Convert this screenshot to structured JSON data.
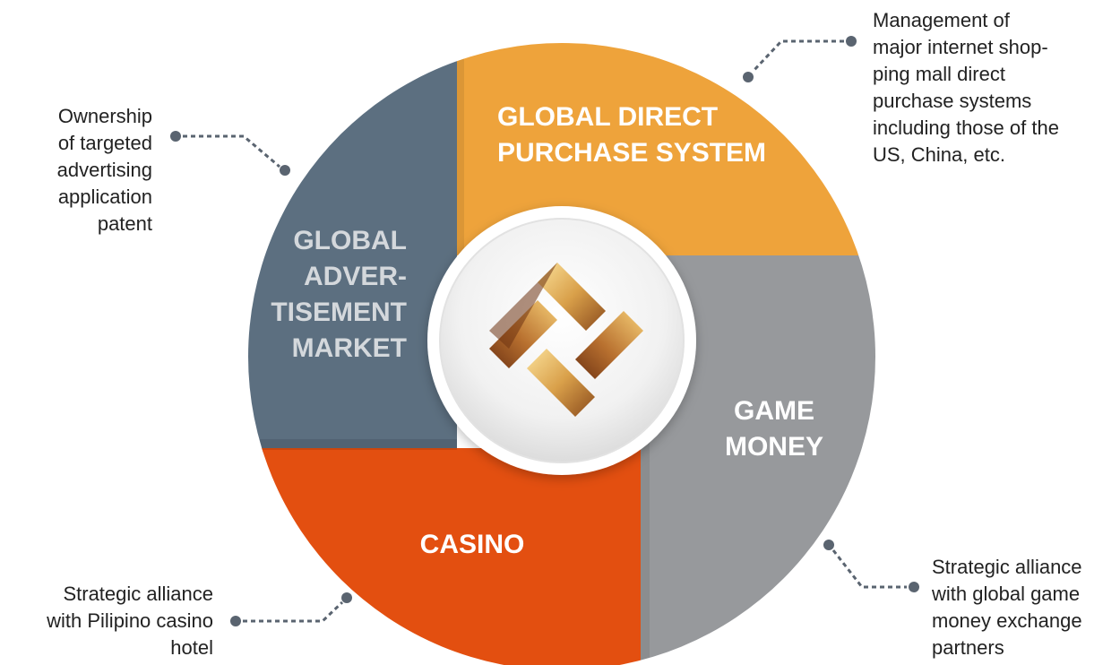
{
  "colors": {
    "advertisement": "#5c6f80",
    "direct_purchase": "#eea33b",
    "game_money": "#97999c",
    "casino": "#e34f10",
    "connector": "#5a6470",
    "advertisement_label": "#d4d8dc"
  },
  "segments": {
    "advertisement": {
      "label_lines": [
        "GLOBAL",
        "ADVER-",
        "TISEMENT",
        "MARKET"
      ]
    },
    "direct_purchase": {
      "label_lines": [
        "GLOBAL DIRECT",
        "PURCHASE SYSTEM"
      ]
    },
    "game_money": {
      "label_lines": [
        "GAME",
        "MONEY"
      ]
    },
    "casino": {
      "label_lines": [
        "CASINO"
      ]
    }
  },
  "center": {
    "icon": "gold-interlocking-square-logo-icon"
  },
  "annotations": {
    "advertisement": {
      "lines": [
        "Ownership",
        "of targeted",
        "advertising",
        "application",
        "patent"
      ]
    },
    "direct_purchase": {
      "lines": [
        "Management of",
        "major internet shop-",
        "ping mall direct",
        "purchase systems",
        "including those of the",
        "US, China, etc."
      ]
    },
    "game_money": {
      "lines": [
        "Strategic alliance",
        "with global game",
        "money exchange",
        "partners"
      ]
    },
    "casino": {
      "lines": [
        "Strategic alliance",
        "with Pilipino casino",
        "hotel"
      ]
    }
  }
}
